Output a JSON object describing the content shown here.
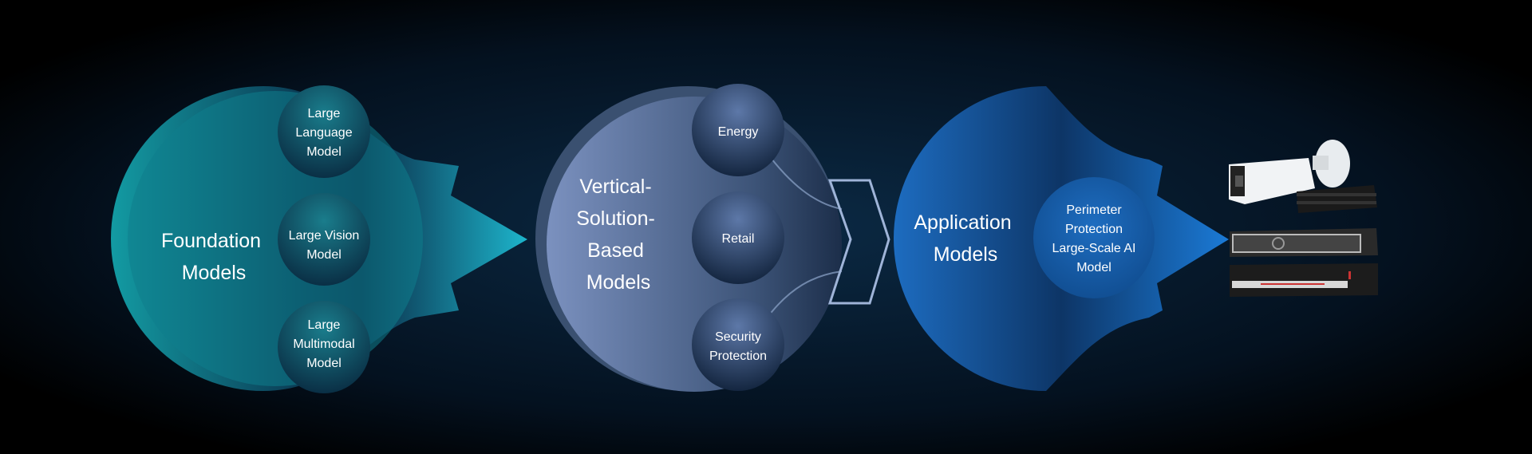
{
  "stages": [
    {
      "title_lines": [
        "Foundation",
        "Models"
      ],
      "items": [
        {
          "lines": [
            "Large",
            "Language",
            "Model"
          ]
        },
        {
          "lines": [
            "Large Vision",
            "Model"
          ]
        },
        {
          "lines": [
            "Large",
            "Multimodal",
            "Model"
          ]
        }
      ],
      "color": "#1a9aa8"
    },
    {
      "title_lines": [
        "Vertical-",
        "Solution-",
        "Based",
        "Models"
      ],
      "items": [
        {
          "lines": [
            "Energy"
          ]
        },
        {
          "lines": [
            "Retail"
          ]
        },
        {
          "lines": [
            "Security",
            "Protection"
          ]
        }
      ],
      "color": "#6f86b0"
    },
    {
      "title_lines": [
        "Application",
        "Models"
      ],
      "items": [
        {
          "lines": [
            "Perimeter",
            "Protection",
            "Large-Scale AI",
            "Model"
          ]
        }
      ],
      "color": "#1a63b0"
    }
  ],
  "devices": [
    "bullet-camera",
    "edge-box",
    "nvr-1u",
    "nvr-2u"
  ]
}
